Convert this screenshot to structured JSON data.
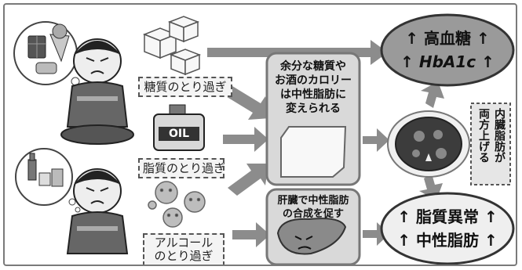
{
  "labels": {
    "sugar": "糖質のとり過ぎ",
    "fat": "脂質のとり過ぎ",
    "alcohol_line1": "アルコール",
    "alcohol_line2": "のとり過ぎ"
  },
  "process": {
    "convert_line1": "余分な糖質や",
    "convert_line2": "お酒のカロリー",
    "convert_line3": "は中性脂肪に",
    "convert_line4": "変えられる",
    "liver_line1": "肝臓で中性脂肪",
    "liver_line2": "の合成を促す"
  },
  "outcomes": {
    "top_line1": "↑ 高血糖 ↑",
    "top_line2": "↑ HbA1c ↑",
    "bottom_line1": "↑ 脂質異常 ↑",
    "bottom_line2": "↑ 中性脂肪 ↑"
  },
  "side_note": {
    "col1": "内臓脂肪が",
    "col2": "両方上げる"
  },
  "food_labels": {
    "oil": "OIL"
  }
}
